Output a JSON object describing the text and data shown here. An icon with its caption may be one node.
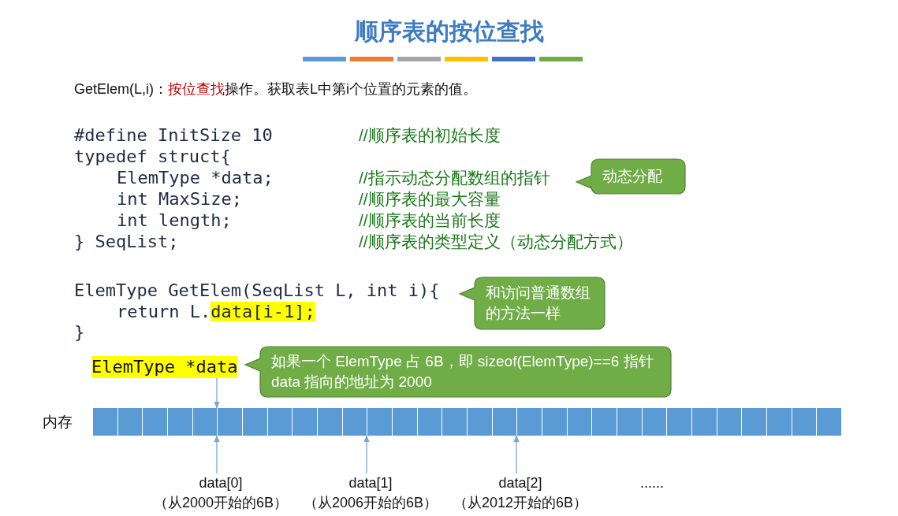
{
  "diagram": {
    "title": "顺序表的按位查找",
    "nodes": [
      {
        "text": [
          "ElemType *data"
        ]
      },
      {
        "text": [],
        "shape": "bar",
        "beside": [
          "内存"
        ]
      },
      {
        "text": [
          "data[0]",
          "（从2000开始的6B）"
        ]
      },
      {
        "text": [
          "data[1]",
          "（从2006开始的6B）"
        ]
      },
      {
        "text": [
          "data[2]",
          "（从2012开始的6B）"
        ]
      },
      {
        "text": [
          "动态分配"
        ]
      },
      {
        "text": [
          "和访问普通数组的方法一样"
        ]
      },
      {
        "text": [
          "如果一个 ElemType 占 6B，即 sizeof(ElemType)==6 指针 data 指向的地址为 2000"
        ]
      }
    ],
    "edges": [
      {
        "from": 0,
        "to": 1,
        "arrow": "to"
      },
      {
        "from": 2,
        "to": 1,
        "arrow": "to"
      },
      {
        "from": 3,
        "to": 1,
        "arrow": "to"
      },
      {
        "from": 4,
        "to": 1,
        "arrow": "to"
      }
    ],
    "labels": [
      "GetElem(L,i)：**按位查找**操作。获取表L中第i个位置的元素的值。",
      "#define InitSize 10",
      "//顺序表的初始长度",
      "typedef struct{",
      "ElemType *data;",
      "//指示动态分配数组的指针",
      "int MaxSize;",
      "//顺序表的最大容量",
      "int length;",
      "//顺序表的当前长度",
      "} SeqList;",
      "//顺序表的类型定义（动态分配方式）",
      "ElemType GetElem(SeqList L, int i){",
      "return L.**data[i-1];**",
      "}",
      "......"
    ]
  }
}
